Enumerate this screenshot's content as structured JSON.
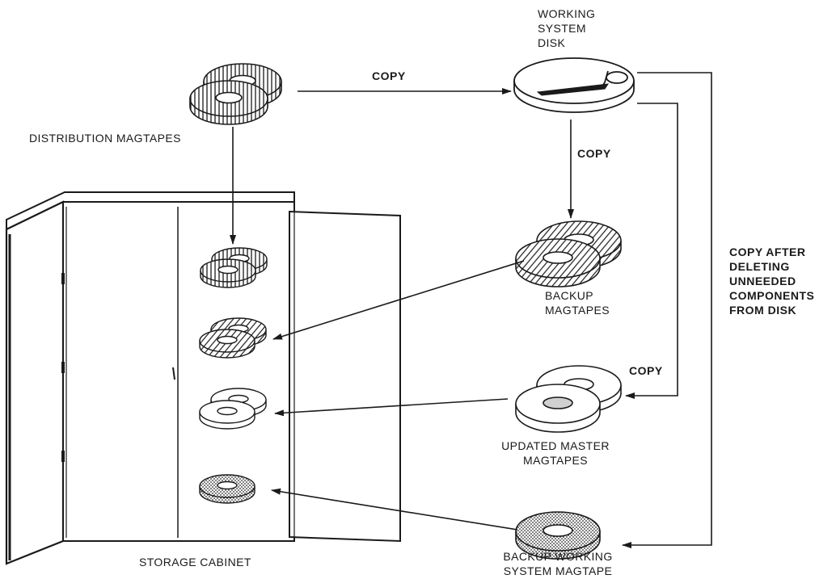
{
  "labels": {
    "working_disk": [
      "WORKING",
      "SYSTEM",
      "DISK"
    ],
    "copy_top": "COPY",
    "distribution": "DISTRIBUTION MAGTAPES",
    "copy_mid": "COPY",
    "copy_after": [
      "COPY AFTER",
      "DELETING",
      "UNNEEDED",
      "COMPONENTS",
      "FROM DISK"
    ],
    "backup": [
      "BACKUP",
      "MAGTAPES"
    ],
    "copy_right": "COPY",
    "updated_master": [
      "UPDATED MASTER",
      "MAGTAPES"
    ],
    "storage_cabinet": "STORAGE CABINET",
    "backup_working": [
      "BACKUP WORKING",
      "SYSTEM MAGTAPE"
    ]
  },
  "colors": {
    "ink": "#1a1a1a",
    "paper": "#ffffff"
  },
  "icons": [
    "disk-pack-icon",
    "magtape-reel-icon",
    "storage-cabinet-icon",
    "arrowhead-icon"
  ]
}
